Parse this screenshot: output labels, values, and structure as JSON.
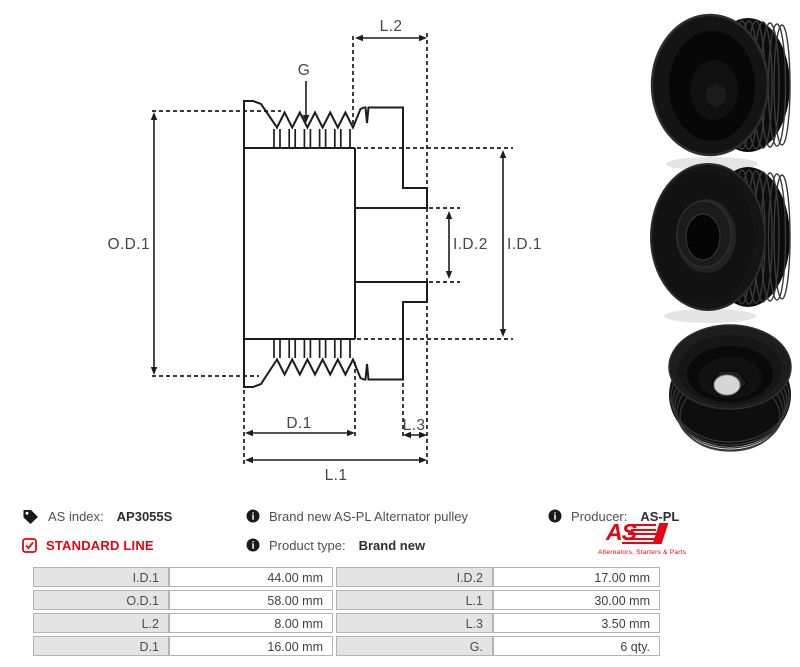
{
  "drawing": {
    "dim_labels": {
      "l2": "L.2",
      "g": "G",
      "od1": "O.D.1",
      "id2": "I.D.2",
      "id1": "I.D.1",
      "d1": "D.1",
      "l3": "L.3",
      "l1": "L.1"
    }
  },
  "info": {
    "as_index": {
      "label": "AS index:",
      "value": "AP3055S"
    },
    "standard_line": "STANDARD LINE",
    "description": "Brand new AS-PL Alternator pulley",
    "product_type": {
      "label": "Product type:",
      "value": "Brand new"
    },
    "producer": {
      "label": "Producer:",
      "value": "AS-PL"
    },
    "logo": {
      "text": "AS",
      "tagline": "Alternators, Starters & Parts"
    }
  },
  "specs": {
    "rows": [
      {
        "label": "I.D.1",
        "value": "44.00 mm",
        "label2": "I.D.2",
        "value2": "17.00 mm"
      },
      {
        "label": "O.D.1",
        "value": "58.00 mm",
        "label2": "L.1",
        "value2": "30.00 mm"
      },
      {
        "label": "L.2",
        "value": "8.00 mm",
        "label2": "L.3",
        "value2": "3.50 mm"
      },
      {
        "label": "D.1",
        "value": "16.00 mm",
        "label2": "G.",
        "value2": "6 qty."
      }
    ]
  },
  "colors": {
    "accent_red": "#e30613",
    "drawing_line": "#1d1d1f",
    "table_label_bg": "#e4e4e4",
    "table_border": "#b4b4b4"
  }
}
